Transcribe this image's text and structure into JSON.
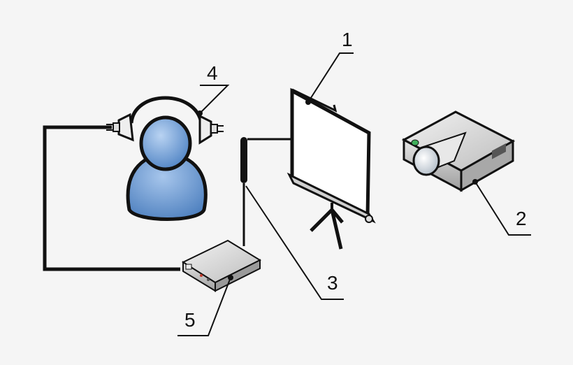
{
  "labels": {
    "screen": "1",
    "projector": "2",
    "sensor": "3",
    "headphones": "4",
    "control_box": "5"
  },
  "colors": {
    "background": "#f5f5f5",
    "line": "#111111",
    "person_fill": "#5b8fcf",
    "person_highlight": "#a9c8ee",
    "device_gray": "#d9d9d9"
  }
}
